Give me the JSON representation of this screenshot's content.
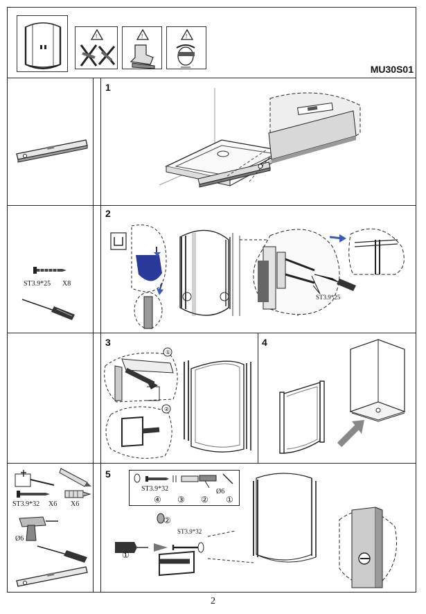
{
  "header": {
    "model_code": "MU30S01"
  },
  "steps": [
    {
      "number": "1"
    },
    {
      "number": "2"
    },
    {
      "number": "3"
    },
    {
      "number": "4"
    },
    {
      "number": "5"
    }
  ],
  "parts": {
    "row2_screw": "ST3.9*25",
    "row2_qty": "X8",
    "row2_callout": "ST3.9*25",
    "row5_screw": "ST3.9*32",
    "row5_screw_qty": "X6",
    "row5_anchor_qty": "X6",
    "row5_drill": "Ø6",
    "row5_seq_screw": "ST3.9*32",
    "row5_seq_drill": "Ø6",
    "row5_callout": "ST3.9*32"
  },
  "sequence_marks": {
    "m1": "①",
    "m2": "②",
    "m3": "③",
    "m4": "④"
  },
  "page_number": "2",
  "icons": [
    "shower-enclosure-icon",
    "no-tools-warning-icon",
    "gloves-warning-icon",
    "goggles-warning-icon",
    "spirit-level-icon",
    "screw-icon",
    "screwdriver-icon",
    "drill-icon",
    "wall-anchor-icon",
    "pencil-icon",
    "arrow-icon"
  ]
}
